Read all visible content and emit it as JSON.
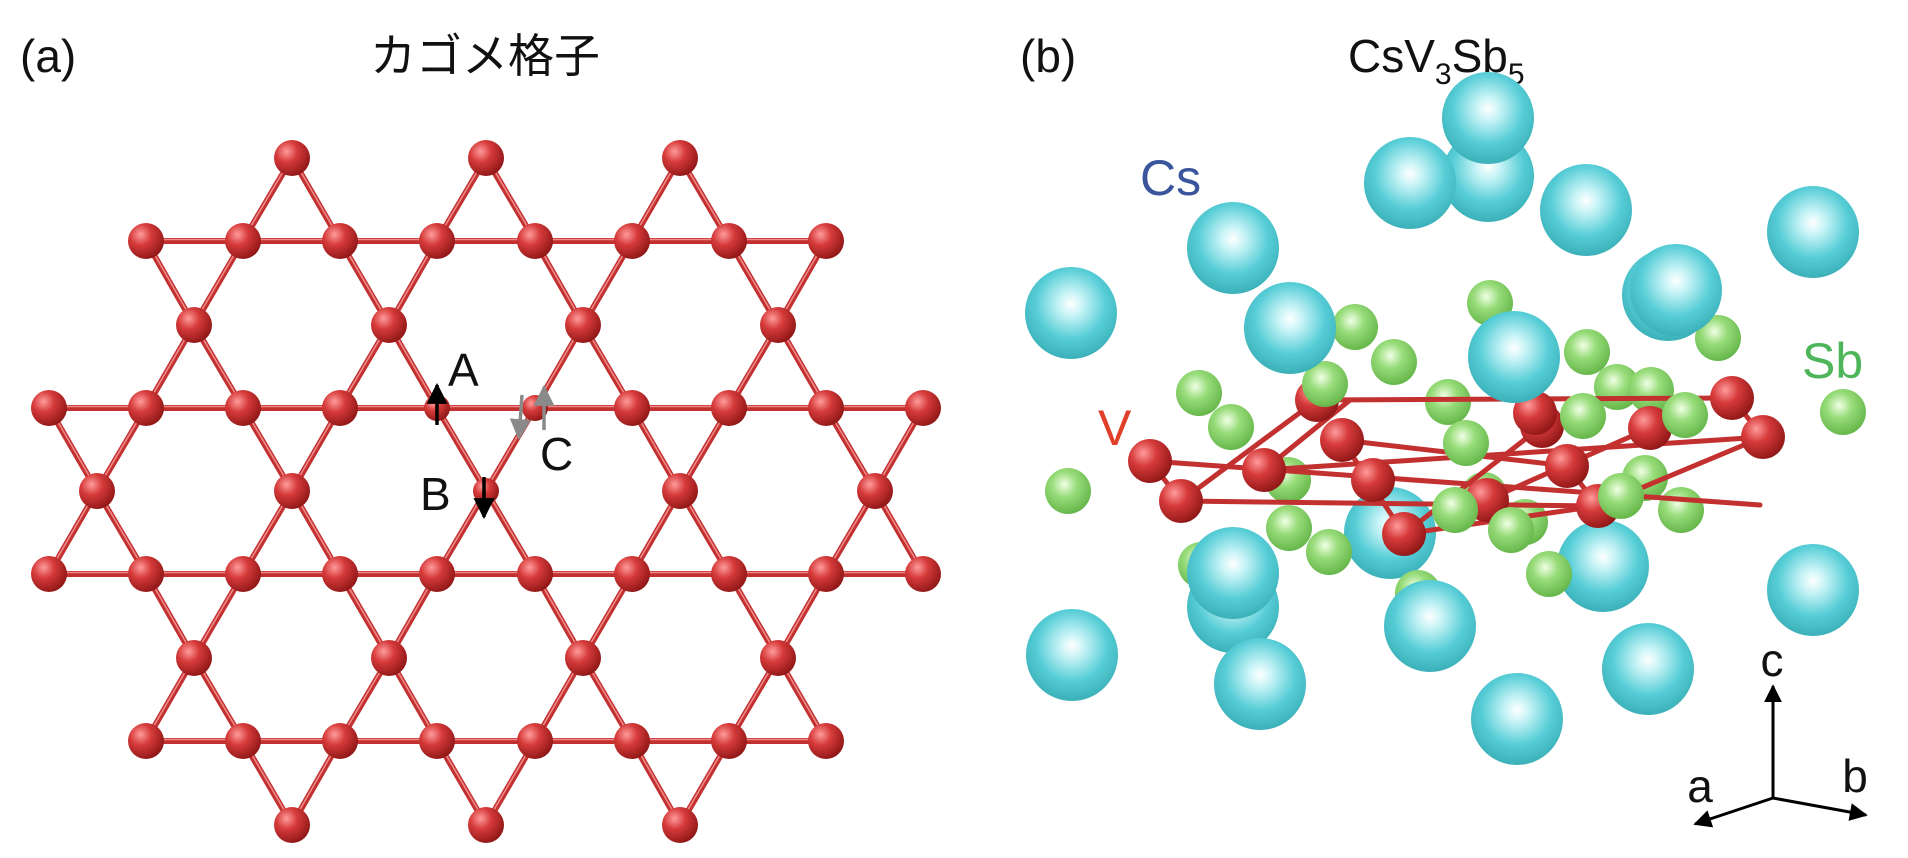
{
  "panel_a": {
    "label": "(a)",
    "title": "カゴメ格子",
    "site_labels": {
      "a": "A",
      "b": "B",
      "c": "C"
    }
  },
  "panel_b": {
    "label": "(b)",
    "title_main": "CsV",
    "title_sub1": "3",
    "title_mid": "Sb",
    "title_sub2": "5",
    "element_labels": {
      "cs": "Cs",
      "sb": "Sb",
      "v": "V"
    },
    "axes": {
      "a": "a",
      "b": "b",
      "c": "c"
    }
  },
  "colors": {
    "v_atom": "#cc2b2b",
    "cs_atom": "#4fc9d2",
    "sb_atom": "#86d46a",
    "cs_label": "#3a559b",
    "sb_label": "#4fb55a",
    "v_label": "#e0402a",
    "spin_up": "#000000",
    "spin_gray": "#8a8a8a"
  }
}
